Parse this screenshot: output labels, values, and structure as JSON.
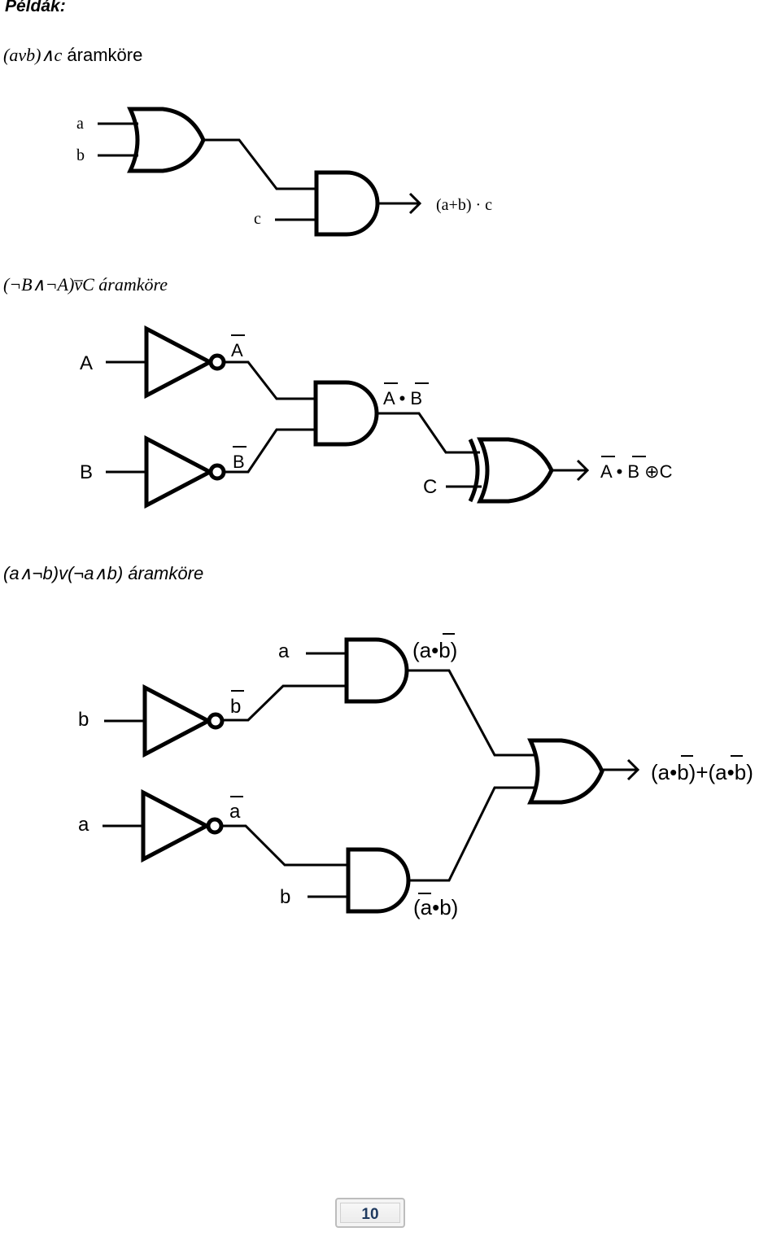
{
  "page_title": "Példák:",
  "sections": [
    {
      "caption_expr": "(avb)∧c",
      "caption_text": " áramköre",
      "inputs": [
        "a",
        "b",
        "c"
      ],
      "output": "(a+b) · c"
    },
    {
      "caption": "(¬B∧¬A)v̅C  áramköre",
      "inputs": [
        "A",
        "B",
        "C"
      ],
      "not_labels": [
        "A",
        "B"
      ],
      "and_output": "A • B",
      "output": "A • B ⊕C"
    },
    {
      "caption": "(a∧¬b)v(¬a∧b) áramköre",
      "inputs": [
        "a",
        "b",
        "a",
        "b"
      ],
      "not_labels": [
        "b",
        "a"
      ],
      "top_and_output": "(a•b)",
      "bottom_and_output": "(a•b)",
      "output": "(a•b)+(a•b)"
    }
  ],
  "page_number": "10"
}
